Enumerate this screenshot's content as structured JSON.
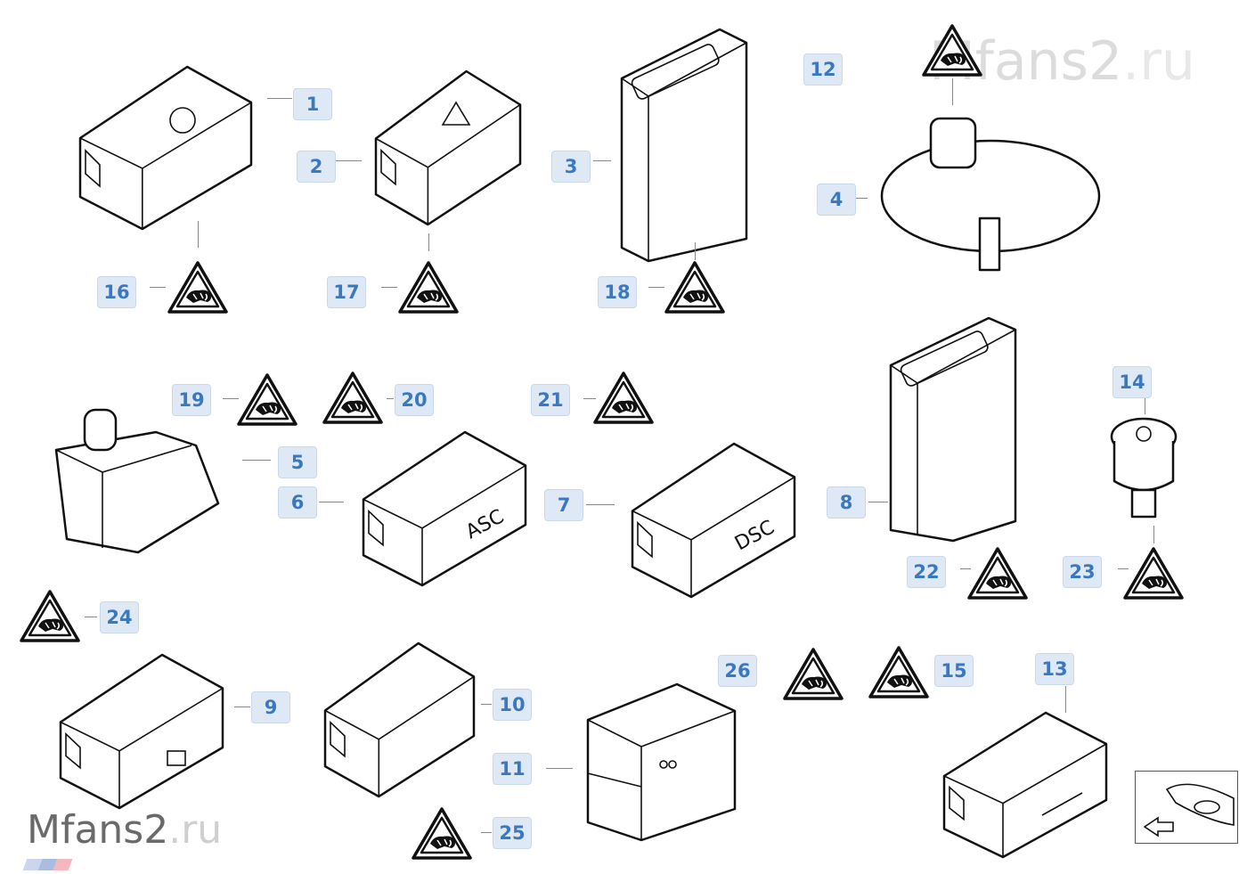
{
  "watermark": {
    "brand": "Mfans2",
    "tld": ".ru"
  },
  "callouts": [
    "1",
    "2",
    "3",
    "4",
    "5",
    "6",
    "7",
    "8",
    "9",
    "10",
    "11",
    "12",
    "13",
    "14",
    "15",
    "16",
    "17",
    "18",
    "19",
    "20",
    "21",
    "22",
    "23",
    "24",
    "25",
    "26"
  ],
  "part_text": {
    "asc": "ASC",
    "dsc": "DSC"
  },
  "icons": {
    "warning": "warning-triangle-icon",
    "inset": "vehicle-location-thumbnail"
  },
  "colors": {
    "label_bg": "#dfe9f5",
    "label_text": "#3a78c0",
    "line": "#111111"
  }
}
